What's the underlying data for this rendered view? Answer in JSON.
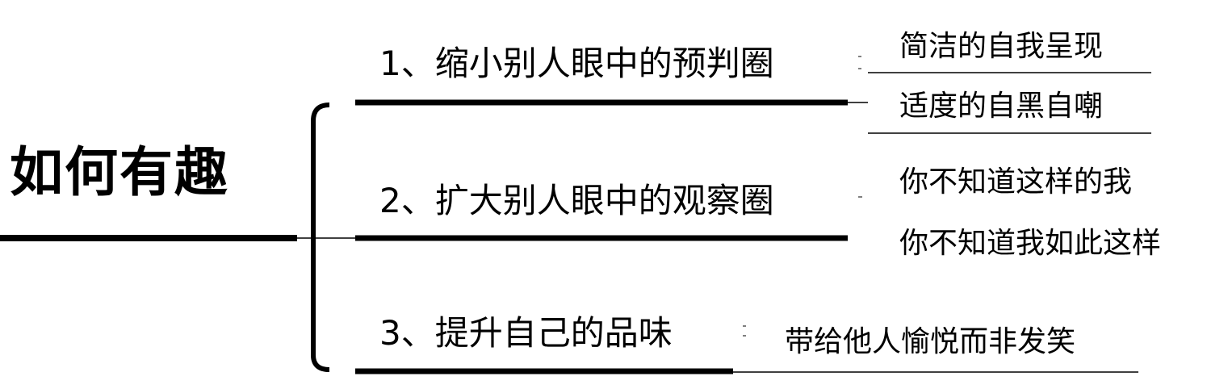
{
  "diagram": {
    "root": {
      "label": "如何有趣"
    },
    "branches": [
      {
        "label": "1、缩小别人眼中的预判圈"
      },
      {
        "label": "2、扩大别人眼中的观察圈"
      },
      {
        "label": "3、提升自己的品味"
      }
    ],
    "leaves": [
      {
        "branch": 1,
        "label": "简洁的自我呈现"
      },
      {
        "branch": 1,
        "label": "适度的自黑自嘲"
      },
      {
        "branch": 2,
        "label": "你不知道这样的我"
      },
      {
        "branch": 2,
        "label": "你不知道我如此这样"
      },
      {
        "branch": 3,
        "label": "带给他人愉悦而非发笑"
      }
    ]
  },
  "colors": {
    "line": "#000000",
    "text": "#000000",
    "background": "#ffffff"
  }
}
